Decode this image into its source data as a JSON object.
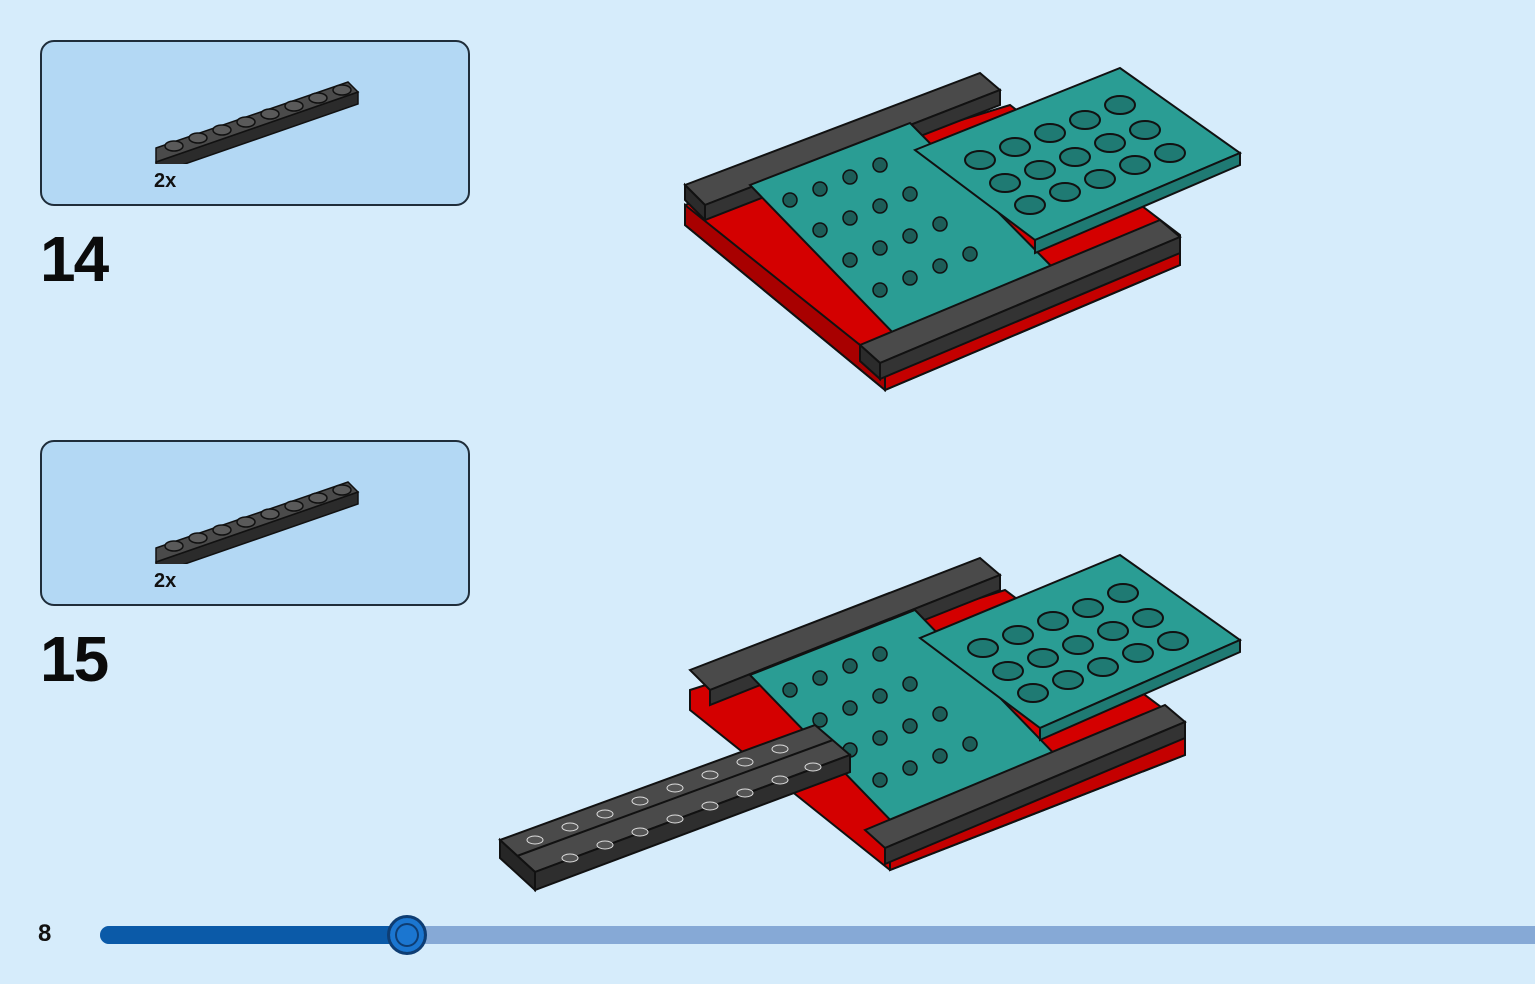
{
  "steps": [
    {
      "number": "14",
      "parts": [
        {
          "quantity": "2x",
          "icon": "dark-gray-1x8-plate-icon"
        }
      ]
    },
    {
      "number": "15",
      "parts": [
        {
          "quantity": "2x",
          "icon": "dark-gray-1x8-plate-icon"
        }
      ]
    }
  ],
  "footer": {
    "page_number": "8",
    "progress": 0.21
  },
  "colors": {
    "background": "#d6ecfb",
    "callout": "#b3d8f4",
    "red": "#d40000",
    "teal": "#2a9d94",
    "dark_gray": "#3c3c3c",
    "progress_fill": "#0b5aa8",
    "progress_track": "#86a9d6"
  }
}
